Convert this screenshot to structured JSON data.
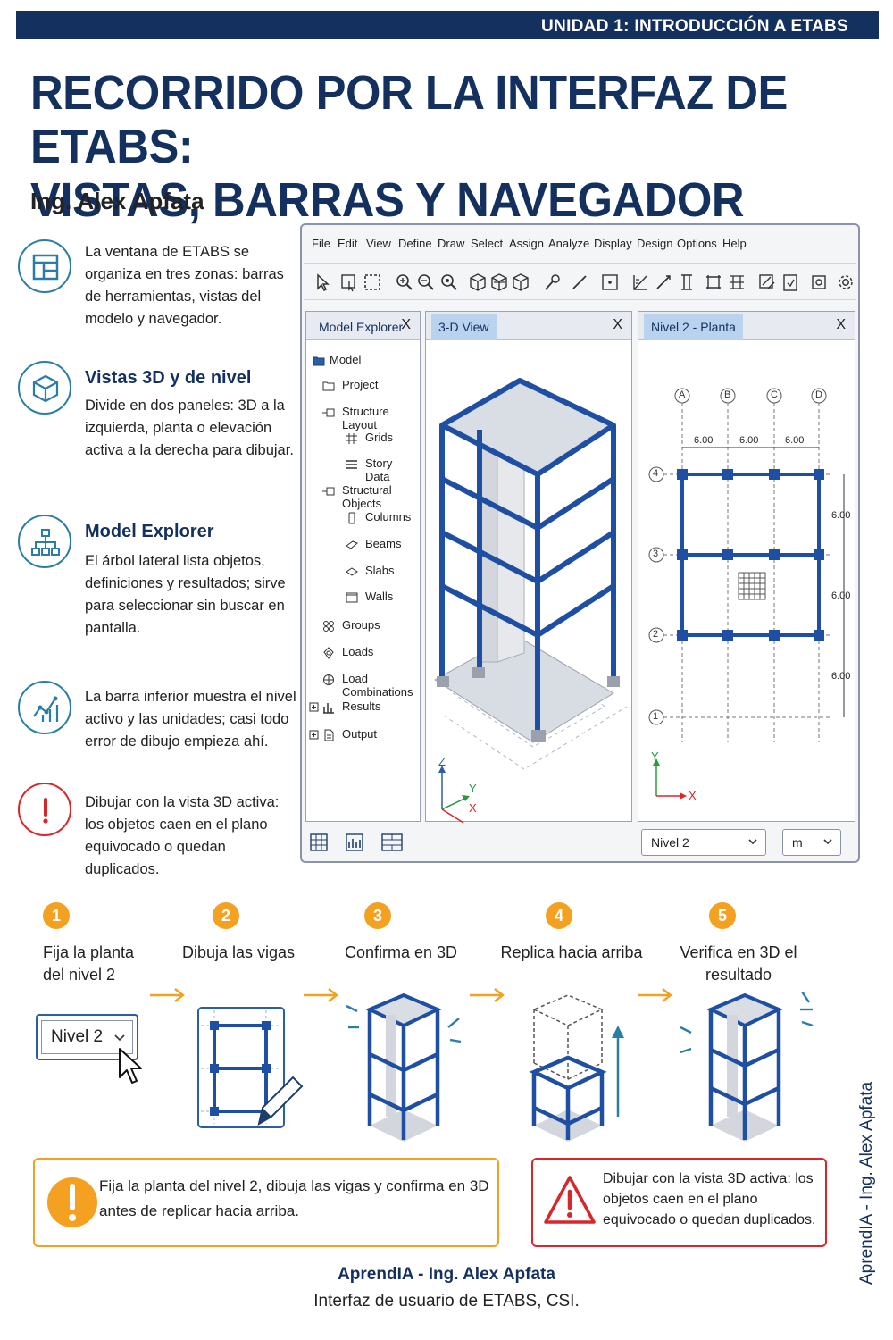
{
  "header": {
    "unit": "UNIDAD 1: INTRODUCCIÓN A ETABS"
  },
  "title": {
    "line1": "RECORRIDO POR LA INTERFAZ DE ETABS:",
    "line2": "VISTAS, BARRAS Y NAVEGADOR"
  },
  "author": "Ing. Alex Apfata",
  "info": [
    {
      "icon": "layout-icon",
      "text": "La ventana de ETABS se organiza en tres zonas: barras de herramientas, vistas del modelo y navegador."
    },
    {
      "icon": "cube-icon",
      "heading": "Vistas 3D y de nivel",
      "text": "Divide en dos paneles: 3D a la izquierda, planta o elevación activa a la derecha para dibujar."
    },
    {
      "icon": "hierarchy-icon",
      "heading": "Model Explorer",
      "text": "El árbol lateral lista objetos, definiciones y resultados; sirve para seleccionar sin buscar en pantalla."
    },
    {
      "icon": "chart-icon",
      "text": "La barra inferior muestra el nivel activo y las unidades; casi todo error de dibujo empieza ahí."
    },
    {
      "icon": "warning-icon",
      "text": "Dibujar con la vista 3D activa: los objetos caen en el plano equivocado o quedan duplicados."
    }
  ],
  "app": {
    "menu": [
      "File",
      "Edit",
      "View",
      "Define",
      "Draw",
      "Select",
      "Assign",
      "Analyze",
      "Display",
      "Design",
      "Options",
      "Help"
    ],
    "explorer": {
      "title": "Model Explorer",
      "close": "X",
      "items": [
        "Model",
        "Project",
        "Structure Layout",
        "Grids",
        "Story Data",
        "Structural Objects",
        "Columns",
        "Beams",
        "Slabs",
        "Walls",
        "Groups",
        "Loads",
        "Load Combinations",
        "Results",
        "Output"
      ]
    },
    "view3d": {
      "title": "3-D View",
      "close": "X",
      "axes": {
        "x": "X",
        "y": "Y",
        "z": "Z"
      }
    },
    "plan": {
      "title": "Nivel 2 - Planta",
      "close": "X",
      "grid_cols": [
        "A",
        "B",
        "C",
        "D"
      ],
      "grid_rows": [
        "4",
        "3",
        "2",
        "1"
      ],
      "col_spacing": [
        "6.00",
        "6.00",
        "6.00"
      ],
      "row_spacing": [
        "6.00",
        "6.00",
        "6.00"
      ],
      "axes": {
        "x": "X",
        "y": "Y"
      }
    },
    "status": {
      "level": "Nivel 2",
      "units": "m"
    }
  },
  "steps": [
    {
      "num": "1",
      "label": "Fija la planta del nivel 2",
      "widget": "Nivel 2"
    },
    {
      "num": "2",
      "label": "Dibuja las vigas"
    },
    {
      "num": "3",
      "label": "Confirma en 3D"
    },
    {
      "num": "4",
      "label": "Replica hacia arriba"
    },
    {
      "num": "5",
      "label": "Verifica en 3D el resultado"
    }
  ],
  "notes": {
    "tip": "Fija la planta del nivel 2, dibuja las vigas y confirma en 3D antes de replicar hacia arriba.",
    "warning": "Dibujar con la vista 3D activa: los objetos caen en el plano equivocado o quedan duplicados."
  },
  "footer": {
    "brand": "AprendIA - Ing. Alex Apfata",
    "credit": "Interfaz de usuario de ETABS, CSI.",
    "vertical": "AprendIA - Ing. Alex Apfata"
  },
  "colors": {
    "navy": "#13305f",
    "teal": "#2a7ea6",
    "orange": "#f4a121",
    "red": "#d8262b",
    "frame": "#1f4fa3"
  }
}
